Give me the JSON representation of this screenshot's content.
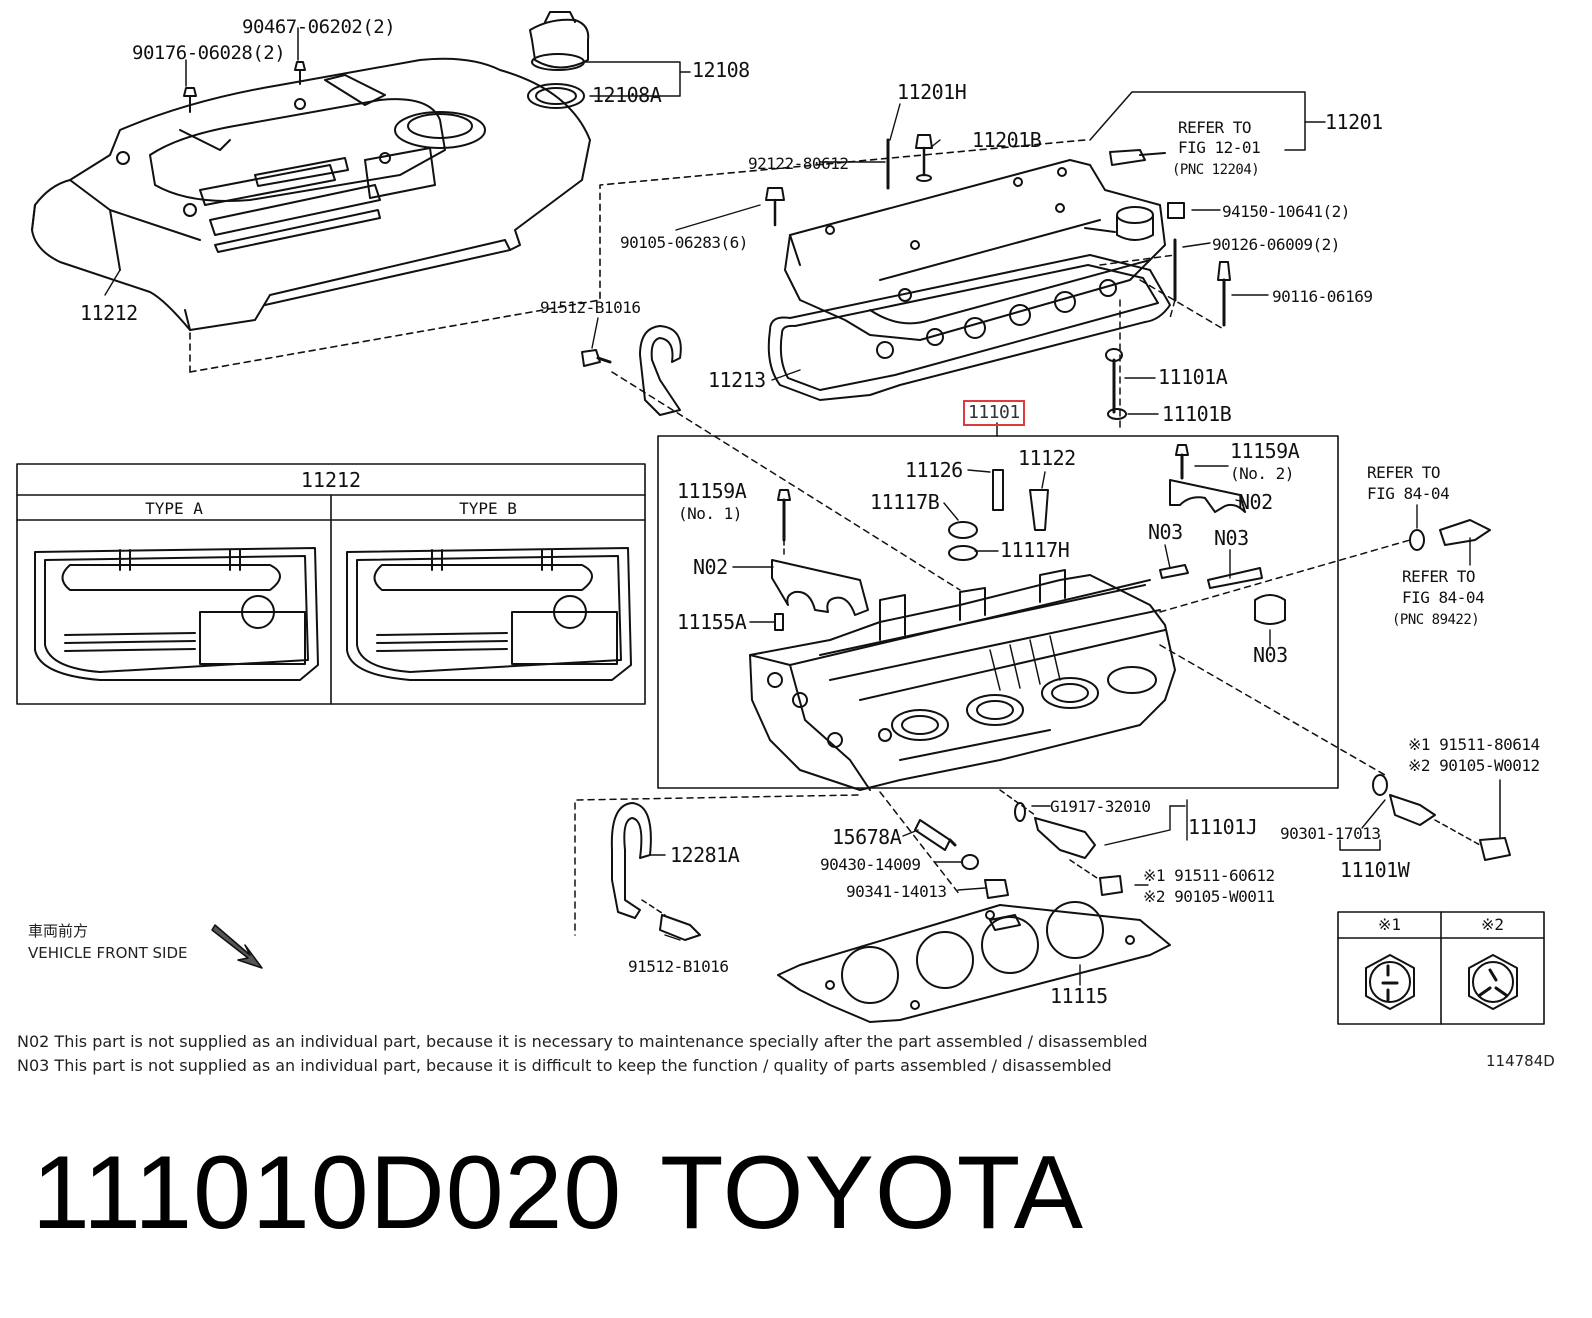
{
  "labels": {
    "l_90467": "90467-06202(2)",
    "l_90176": "90176-06028(2)",
    "l_12108": "12108",
    "l_12108A": "12108A",
    "l_11212_main": "11212",
    "l_11201H": "11201H",
    "l_11201B": "11201B",
    "l_11201": "11201",
    "l_refer_fig_12_01_a": "REFER TO",
    "l_refer_fig_12_01_b": "FIG 12-01",
    "l_refer_fig_12_01_c": "(PNC 12204)",
    "l_92122": "92122-80612",
    "l_94150": "94150-10641(2)",
    "l_90105_06283": "90105-06283(6)",
    "l_90126": "90126-06009(2)",
    "l_90116": "90116-06169",
    "l_91512_top": "91512-B1016",
    "l_11213": "11213",
    "l_11101A": "11101A",
    "l_11101B": "11101B",
    "l_11101": "11101",
    "l_11126": "11126",
    "l_11122": "11122",
    "l_11117B": "11117B",
    "l_11117H": "11117H",
    "l_11159A_no1": "11159A",
    "l_no1": "(No. 1)",
    "l_11159A_no2": "11159A",
    "l_no2": "(No. 2)",
    "l_N02_right": "N02",
    "l_N02_left": "N02",
    "l_N03_a": "N03",
    "l_N03_b": "N03",
    "l_N03_c": "N03",
    "l_11155A": "11155A",
    "l_refer_84_a1": "REFER TO",
    "l_refer_84_a2": "FIG 84-04",
    "l_refer_84_b1": "REFER TO",
    "l_refer_84_b2": "FIG 84-04",
    "l_refer_84_b3": "(PNC 89422)",
    "l_91511_80614": "※1 91511-80614",
    "l_90105_W0012": "※2 90105-W0012",
    "l_90301": "90301-17013",
    "l_11101W": "11101W",
    "l_G1917": "G1917-32010",
    "l_11101J": "11101J",
    "l_15678A": "15678A",
    "l_90430": "90430-14009",
    "l_90341": "90341-14013",
    "l_91511_60612": "※1 91511-60612",
    "l_90105_W0011": "※2 90105-W0011",
    "l_12281A": "12281A",
    "l_91512_bottom": "91512-B1016",
    "l_11115": "11115"
  },
  "inset": {
    "title": "11212",
    "type_a": "TYPE A",
    "type_b": "TYPE B"
  },
  "legend_table": {
    "col1": "※1",
    "col2": "※2"
  },
  "vehicle_front": {
    "jp": "車両前方",
    "en": "VEHICLE FRONT SIDE"
  },
  "notes": {
    "n02": "N02  This part is not supplied as an individual part, because it is necessary to maintenance specially after the part assembled / disassembled",
    "n03": "N03  This part is not supplied as an individual part, because it is difficult to keep the function / quality of parts  assembled / disassembled"
  },
  "figure_id": "114784D",
  "caption": {
    "part_number": "111010D020",
    "brand": "TOYOTA"
  },
  "colors": {
    "ink": "#111111",
    "highlight": "#e0393e"
  }
}
